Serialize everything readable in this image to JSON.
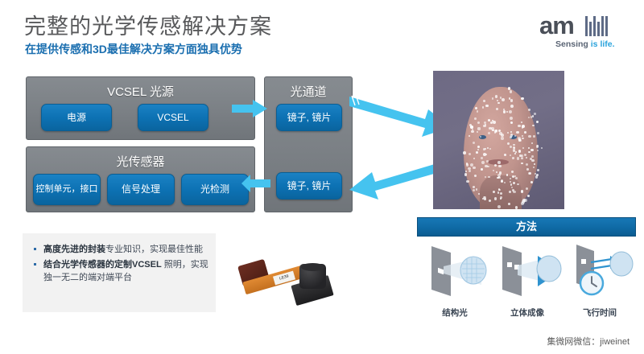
{
  "header": {
    "title": "完整的光学传感解决方案",
    "subtitle": "在提供传感和3D最佳解决方案方面独具优势"
  },
  "logo": {
    "wordmark": "am",
    "tagline_prefix": "Sensing ",
    "tagline_highlight": "is life.",
    "bars_icon": "ams-bars-icon"
  },
  "diagram": {
    "vcsel_panel": {
      "title": "VCSEL 光源",
      "boxes": [
        {
          "label": "电源"
        },
        {
          "label": "VCSEL"
        }
      ]
    },
    "sensor_panel": {
      "title": "光传感器",
      "boxes": [
        {
          "label": "控制单元，接口"
        },
        {
          "label": "信号处理"
        },
        {
          "label": "光检测"
        }
      ]
    },
    "channel_panel": {
      "title": "光通道",
      "boxes": [
        {
          "label": "镜子, 镜片"
        },
        {
          "label": "镜子, 镜片"
        }
      ]
    },
    "arrows": [
      {
        "name": "arrow-vcsel-to-channel",
        "direction": "right"
      },
      {
        "name": "arrow-channel-to-sensor",
        "direction": "left"
      },
      {
        "name": "arrow-emit-to-face",
        "direction": "diagonal-down-right"
      },
      {
        "name": "arrow-face-to-receive",
        "direction": "diagonal-down-left"
      }
    ]
  },
  "face_image": {
    "name": "face-dot-projection-photo",
    "caption": ""
  },
  "bullets": [
    {
      "bold": "高度先进的封装",
      "rest": "专业知识，实现最佳性能"
    },
    {
      "bold": "结合光学传感器的定制VCSEL",
      "rest": " 照明，实现独一无二的端对端平台"
    }
  ],
  "module_photo": {
    "name": "camera-module-photo",
    "label_text": "LE39"
  },
  "methods": {
    "header": "方法",
    "items": [
      {
        "label": "结构光",
        "icon": "structured-light-icon"
      },
      {
        "label": "立体成像",
        "icon": "stereo-imaging-icon"
      },
      {
        "label": "飞行时间",
        "icon": "time-of-flight-icon"
      }
    ]
  },
  "footer": {
    "watermark": "集微网微信：jiweinet"
  },
  "colors": {
    "accent_blue": "#0d72b4",
    "arrow_cyan": "#45c3ef",
    "panel_gray": "#7b8085",
    "title_gray": "#58595b",
    "subtitle_blue": "#1b6fb0"
  }
}
